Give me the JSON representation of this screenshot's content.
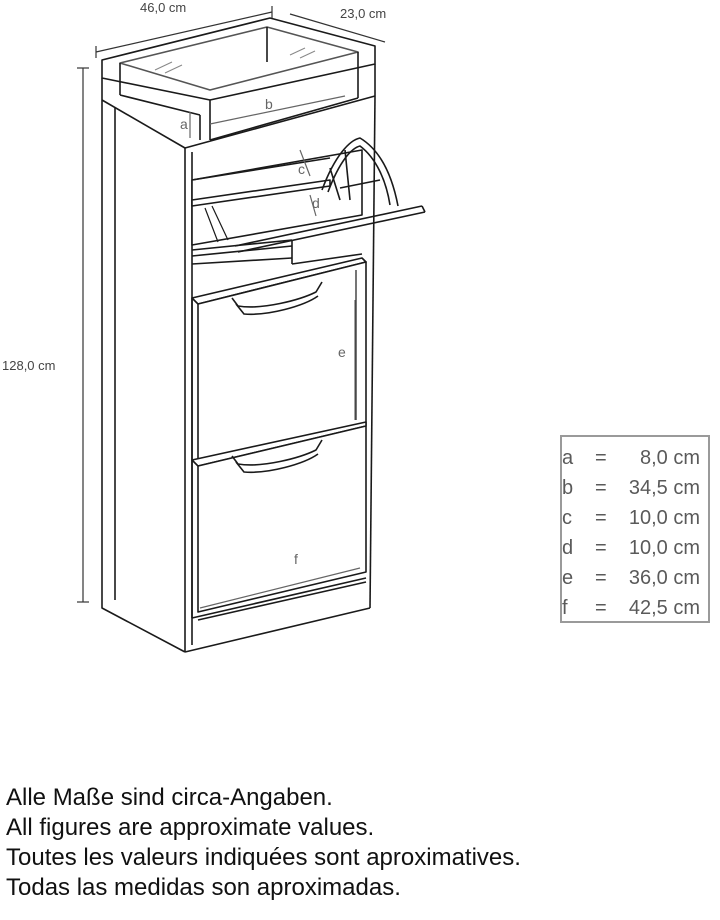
{
  "dimensions": {
    "width": "46,0 cm",
    "depth": "23,0 cm",
    "height": "128,0 cm"
  },
  "labels": {
    "a": "a",
    "b": "b",
    "c": "c",
    "d": "d",
    "e": "e",
    "f": "f"
  },
  "legend": [
    {
      "key": "a",
      "value": "8,0 cm"
    },
    {
      "key": "b",
      "value": "34,5 cm"
    },
    {
      "key": "c",
      "value": "10,0 cm"
    },
    {
      "key": "d",
      "value": "10,0 cm"
    },
    {
      "key": "e",
      "value": "36,0 cm"
    },
    {
      "key": "f",
      "value": "42,5 cm"
    }
  ],
  "notes": [
    "Alle Maße sind circa-Angaben.",
    "All figures are approximate values.",
    "Toutes les valeurs indiquées sont aproximatives.",
    "Todas las medidas son aproximadas."
  ]
}
